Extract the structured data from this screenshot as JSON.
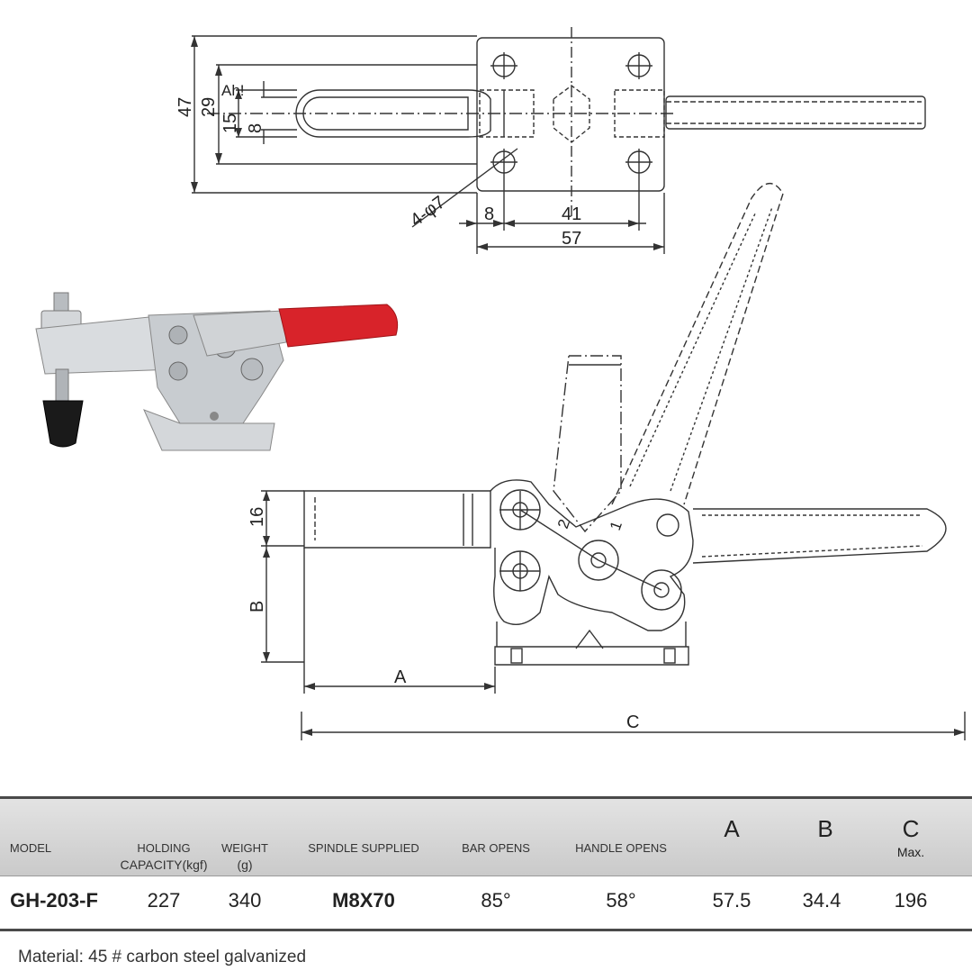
{
  "top_view": {
    "dims": {
      "d47": "47",
      "d29": "29",
      "d15": "15",
      "d8v": "8",
      "holes": "4-φ7",
      "d8": "8",
      "d41": "41",
      "d57": "57"
    },
    "annotation": "Ah!"
  },
  "side_view": {
    "dims": {
      "d16": "16",
      "dB": "B",
      "dA": "A",
      "dC": "C",
      "n1": "1",
      "n2": "2"
    }
  },
  "colors": {
    "handle_grip": "#d8232a",
    "rubber_tip": "#1a1a1a",
    "steel": "#c8ccd0"
  },
  "table": {
    "headers": {
      "model": "MODEL",
      "holding": "HOLDING",
      "holding_unit": "CAPACITY(kgf)",
      "weight": "WEIGHT",
      "weight_unit": "(g)",
      "spindle": "SPINDLE SUPPLIED",
      "bar_opens": "BAR OPENS",
      "handle_opens": "HANDLE OPENS",
      "a": "A",
      "b": "B",
      "c": "C",
      "c_sub": "Max."
    },
    "row": {
      "model": "GH-203-F",
      "holding": "227",
      "weight": "340",
      "spindle": "M8X70",
      "bar_opens": "85°",
      "handle_opens": "58°",
      "a": "57.5",
      "b": "34.4",
      "c": "196"
    }
  },
  "material": "Material: 45 # carbon steel galvanized"
}
